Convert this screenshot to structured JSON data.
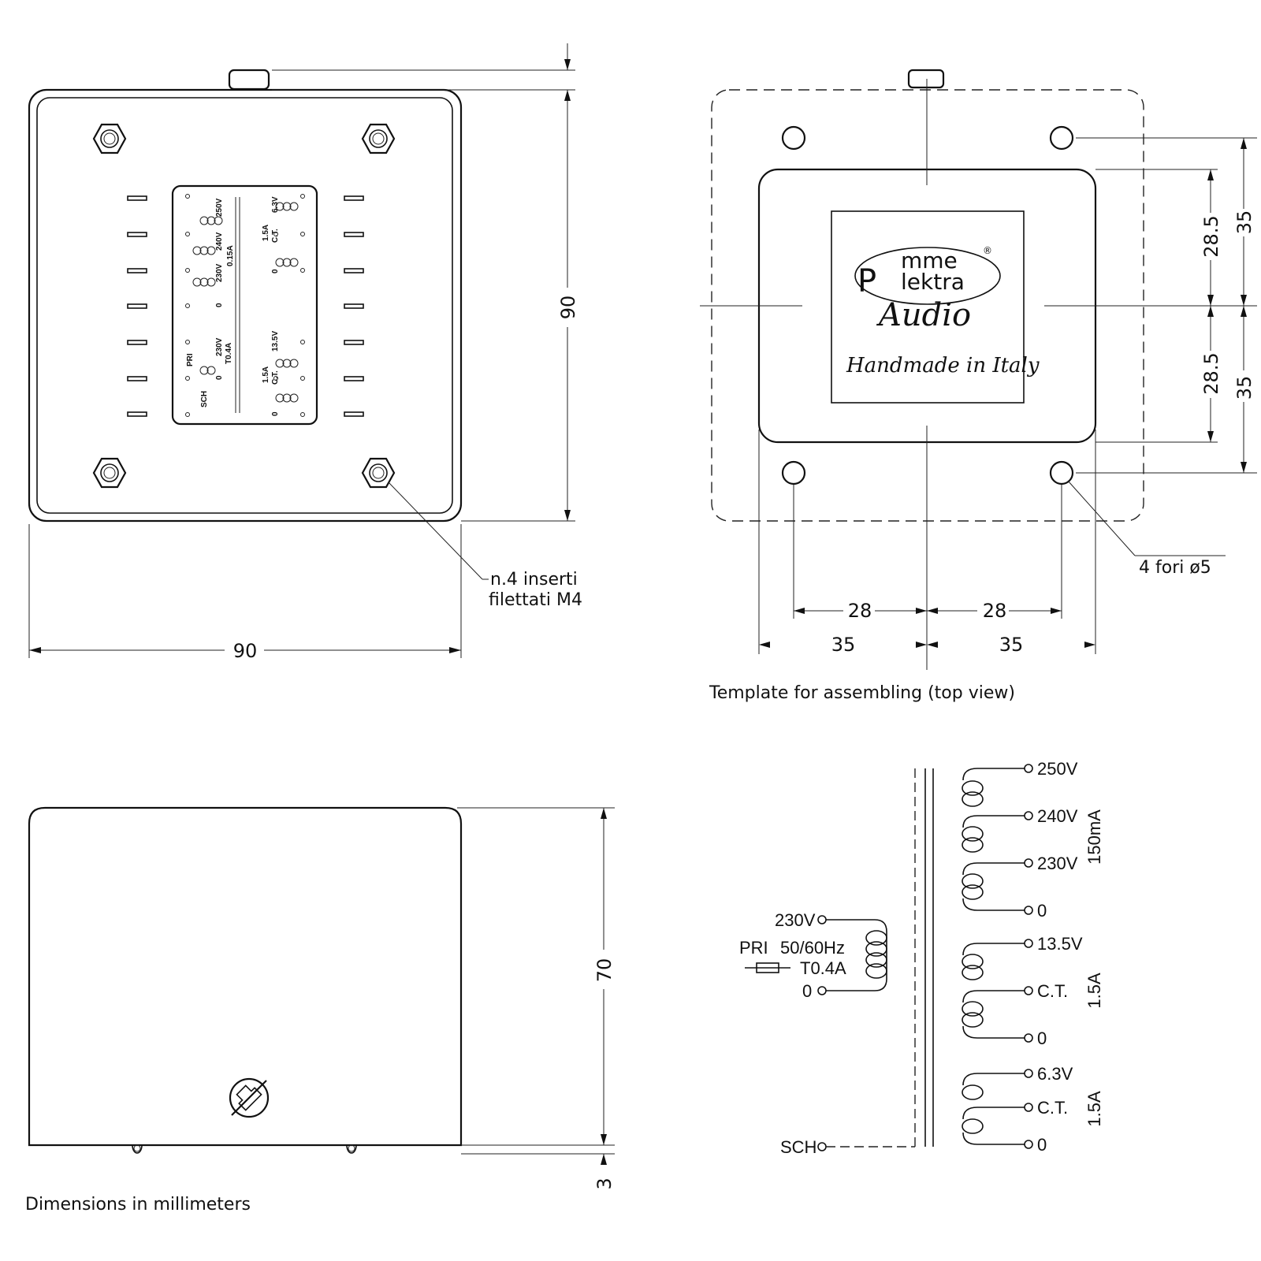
{
  "front_view": {
    "width_dim": "90",
    "height_dim": "90",
    "insert_note_line1": "n.4 inserti",
    "insert_note_line2": "filettati M4",
    "label_plate": {
      "pri": "PRI",
      "pri_zero": "0",
      "pri_230": "230V",
      "fuse": "T0.4A",
      "sch": "SCH",
      "hv_250": "250V",
      "hv_240": "240V",
      "hv_230": "230V",
      "hv_0": "0",
      "hv_current": "0.15A",
      "lv1_v": "6.3V",
      "lv1_ct": "C.T.",
      "lv1_a": "1.5A",
      "lv1_0": "0",
      "lv2_v": "13.5V",
      "lv2_ct": "C.T.",
      "lv2_a": "1.5A",
      "lv2_0": "0"
    }
  },
  "template_view": {
    "dim_28_left": "28",
    "dim_28_right": "28",
    "dim_35_left": "35",
    "dim_35_right": "35",
    "dim_v_28_5_top": "28.5",
    "dim_v_28_5_bottom": "28.5",
    "dim_v_35_top": "35",
    "dim_v_35_bottom": "35",
    "holes_note": "4 fori ø5",
    "caption": "Template for assembling (top view)",
    "logo": {
      "mme": "mme",
      "lektra": "lektra",
      "registered": "®",
      "audio": "Audio",
      "tagline": "Handmade in Italy"
    }
  },
  "side_view": {
    "height_dim": "70",
    "base_dim": "3",
    "caption": "Dimensions in millimeters"
  },
  "schematic": {
    "primary": {
      "v230": "230V",
      "pri": "PRI",
      "freq": "50/60Hz",
      "fuse": "T0.4A",
      "zero": "0"
    },
    "sch": "SCH",
    "hv": {
      "v250": "250V",
      "v240": "240V",
      "v230": "230V",
      "zero": "0",
      "current": "150mA"
    },
    "lv1": {
      "v": "13.5V",
      "ct": "C.T.",
      "zero": "0",
      "current": "1.5A"
    },
    "lv2": {
      "v": "6.3V",
      "ct": "C.T.",
      "zero": "0",
      "current": "1.5A"
    }
  }
}
